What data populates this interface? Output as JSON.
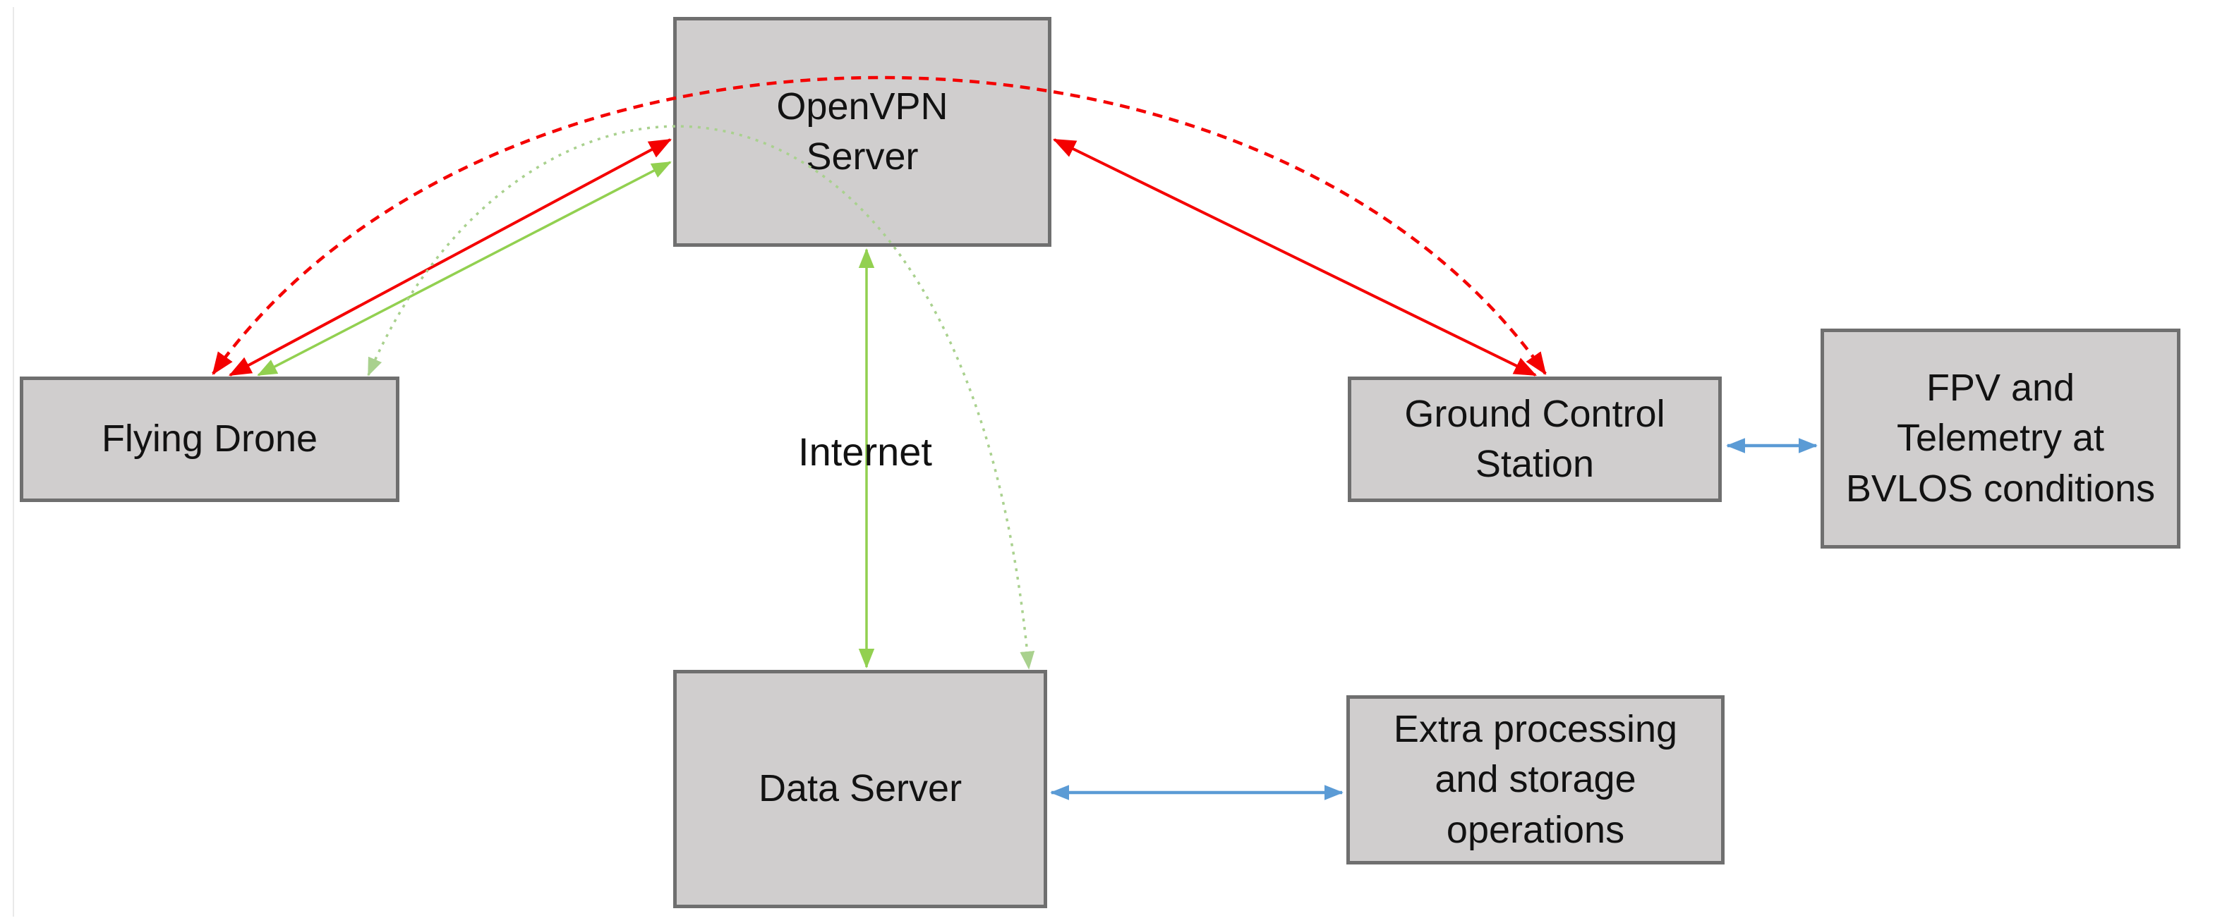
{
  "diagram": {
    "nodes": {
      "openvpn": {
        "label": "OpenVPN\nServer"
      },
      "drone": {
        "label": "Flying Drone"
      },
      "gcs": {
        "label": "Ground Control\nStation"
      },
      "fpv": {
        "label": "FPV and\nTelemetry at\nBVLOS conditions"
      },
      "dataserver": {
        "label": "Data Server"
      },
      "extra": {
        "label": "Extra processing\nand storage\noperations"
      }
    },
    "labels": {
      "internet": "Internet"
    },
    "colors": {
      "red": "#f40000",
      "green_solid": "#92d050",
      "green_dotted": "#a9d18e",
      "blue": "#5b9bd5",
      "box_fill": "#d0cece",
      "box_border": "#6f6f6f",
      "text": "#121212"
    },
    "edges": [
      {
        "from": "Flying Drone",
        "to": "Ground Control Station",
        "color": "red",
        "style": "dashed",
        "bidirectional": true
      },
      {
        "from": "Flying Drone",
        "to": "OpenVPN Server",
        "color": "red",
        "style": "solid",
        "bidirectional": true
      },
      {
        "from": "Flying Drone",
        "to": "OpenVPN Server",
        "color": "green",
        "style": "solid",
        "bidirectional": true
      },
      {
        "from": "Flying Drone",
        "to": "Data Server",
        "color": "green",
        "style": "dotted",
        "bidirectional": true
      },
      {
        "from": "OpenVPN Server",
        "to": "Ground Control Station",
        "color": "red",
        "style": "solid",
        "bidirectional": true
      },
      {
        "from": "OpenVPN Server",
        "to": "Data Server",
        "color": "green",
        "style": "solid",
        "bidirectional": true,
        "label": "Internet"
      },
      {
        "from": "Ground Control Station",
        "to": "FPV and Telemetry at BVLOS conditions",
        "color": "blue",
        "style": "solid",
        "bidirectional": true
      },
      {
        "from": "Data Server",
        "to": "Extra processing and storage operations",
        "color": "blue",
        "style": "solid",
        "bidirectional": true
      }
    ]
  }
}
